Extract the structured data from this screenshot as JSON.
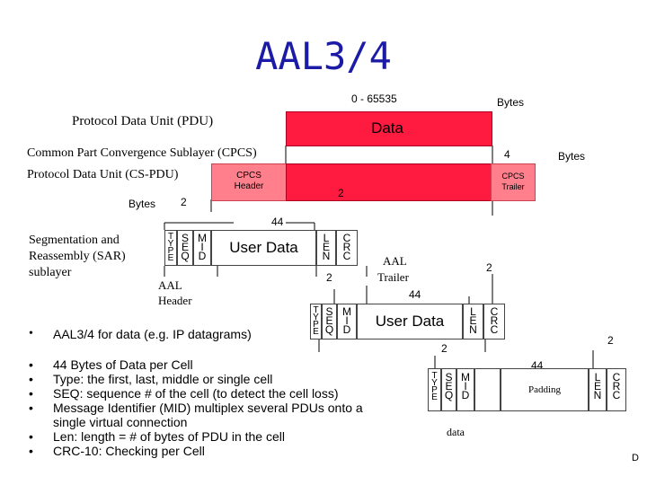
{
  "title": "AAL3/4",
  "pdu": {
    "range": "0 - 65535",
    "bytes": "Bytes",
    "label": "Protocol Data Unit (PDU)",
    "data": "Data"
  },
  "cpcs": {
    "line1": "Common Part Convergence Sublayer (CPCS)",
    "line2": "Protocol Data Unit (CS-PDU)",
    "header": "CPCS Header",
    "trailer": "CPCS Trailer",
    "bytes_left": "Bytes",
    "header_size": "2",
    "trailer_size": "2",
    "tail_size": "4",
    "bytes_right": "Bytes"
  },
  "sar": {
    "label_lines": [
      "Segmentation and",
      "Reassembly (SAR)",
      "sublayer"
    ],
    "size_44": "44",
    "type": "T\nY\nP\nE",
    "seq": "S\nE\nQ",
    "mid": "M\nI\nD",
    "user_data": "User Data",
    "len": "L\nE\nN",
    "crc": "C\nR\nC",
    "aal_header_lines": [
      "AAL",
      "Header"
    ],
    "aal_trailer_lines": [
      "AAL",
      "Trailer"
    ],
    "hdr_size": "2",
    "trl_size": "2"
  },
  "cell2": {
    "size_44": "44",
    "hdr_size": "2",
    "trl_size": "2"
  },
  "cell3": {
    "size_44": "44",
    "padding": "Padding",
    "data": "data"
  },
  "bullets": [
    "AAL3/4 for data (e.g. IP datagrams)",
    "44 Bytes of Data per Cell",
    "Type: the first, last, middle or single cell",
    "SEQ: sequence # of the cell (to detect the cell loss)",
    "Message Identifier (MID) multiplex several PDUs onto a single virtual connection",
    "Len: length = # of bytes of PDU in the cell",
    "CRC-10: Checking per Cell"
  ],
  "bullet_char": "•",
  "corner": "D",
  "colors": {
    "title": "#1b1ba8",
    "data_fill": "#ff1a40",
    "header_fill": "#ff7f8c"
  }
}
